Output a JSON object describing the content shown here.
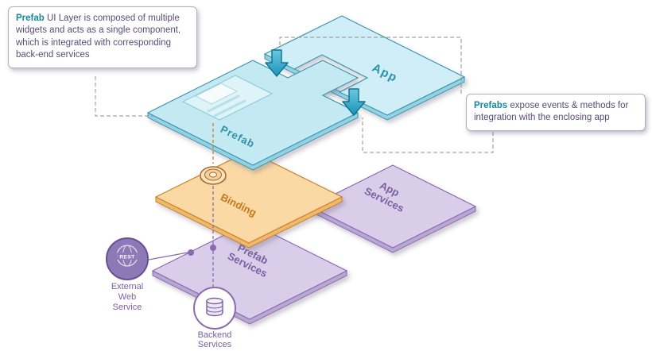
{
  "callouts": {
    "prefab_ui": {
      "lead": "Prefab",
      "body": "UI Layer is composed of multiple widgets and acts as a single component, which is integrated with corresponding back-end services"
    },
    "prefab_events": {
      "lead": "Prefabs",
      "body": "expose events & methods for integration with the enclosing app"
    }
  },
  "planes": {
    "app": {
      "label": "App"
    },
    "prefab": {
      "label": "Prefab"
    },
    "binding": {
      "label": "Binding"
    },
    "app_services": {
      "line1": "App",
      "line2": "Services"
    },
    "prefab_services": {
      "line1": "Prefab",
      "line2": "Services"
    }
  },
  "nodes": {
    "external_web_service": {
      "badge": "REST",
      "line1": "External",
      "line2": "Web",
      "line3": "Service"
    },
    "backend_services": {
      "line1": "Backend",
      "line2": "Services"
    }
  },
  "icons": {
    "globe": "globe-icon",
    "database": "database-icon",
    "coin": "binding-coin-icon",
    "arrow": "down-arrow-icon",
    "widget": "widget-thumbnail"
  },
  "colors": {
    "teal_accent": "#17879f",
    "cyan_face": "#c9eaf4",
    "cyan_stroke": "#3d96ad",
    "orange_face": "#fbd9a4",
    "orange_stroke": "#cf7f28",
    "purple_face": "#dacde9",
    "purple_stroke": "#8a6bb0",
    "purple_text": "#7a5fa0",
    "callout_text": "#5b4a78"
  }
}
